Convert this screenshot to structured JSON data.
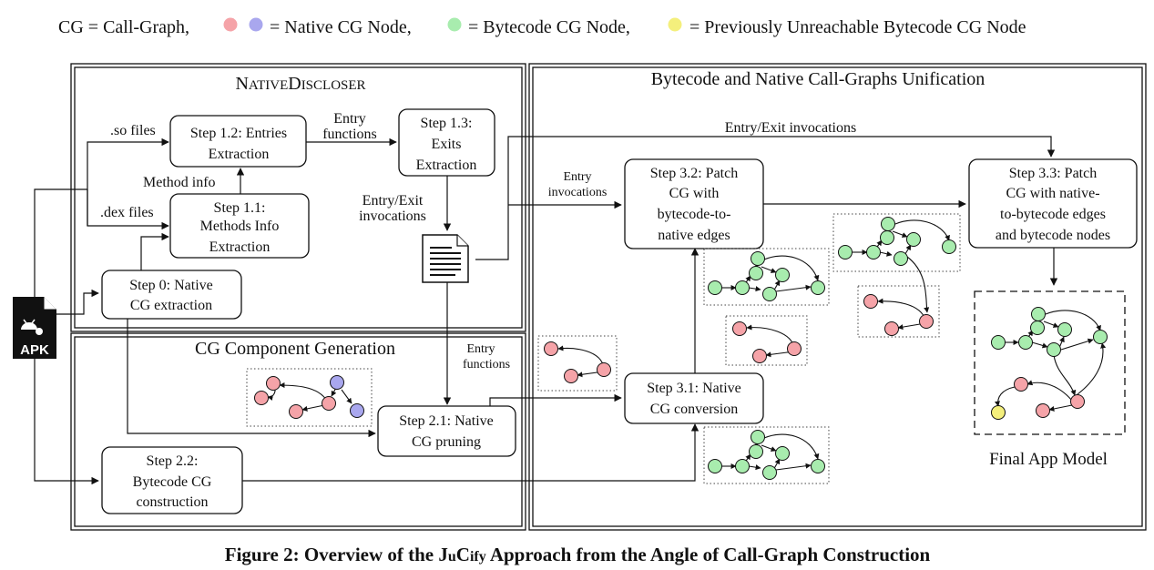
{
  "legend": {
    "part1": "CG = Call-Graph,",
    "part2": "= Native CG Node,",
    "part3": "= Bytecode CG Node,",
    "part4": "= Previously Unreachable Bytecode CG Node",
    "colors": {
      "native": "#f5a3a8",
      "native_alt": "#a9a7ee",
      "bytecode": "#a8ecae",
      "previously_unreachable": "#f4ef7c"
    }
  },
  "panels": {
    "native_discloser": "NativeDiscloser",
    "cg_component": "CG Component Generation",
    "unification": "Bytecode and Native Call-Graphs Unification"
  },
  "steps": {
    "s12": [
      "Step 1.2: Entries",
      "Extraction"
    ],
    "s13": [
      "Step 1.3:",
      "Exits",
      "Extraction"
    ],
    "s11": [
      "Step 1.1:",
      "Methods Info",
      "Extraction"
    ],
    "s0": [
      "Step 0: Native",
      "CG extraction"
    ],
    "s21": [
      "Step 2.1: Native",
      "CG pruning"
    ],
    "s22": [
      "Step 2.2:",
      "Bytecode CG",
      "construction"
    ],
    "s32": [
      "Step 3.2: Patch",
      "CG with",
      "bytecode-to-",
      "native edges"
    ],
    "s33": [
      "Step 3.3: Patch",
      "CG with native-",
      "to-bytecode edges",
      "and bytecode nodes"
    ],
    "s31": [
      "Step 3.1: Native",
      "CG conversion"
    ]
  },
  "labels": {
    "so_files": ".so files",
    "dex_files": ".dex files",
    "method_info": "Method info",
    "entry_functions": [
      "Entry",
      "functions"
    ],
    "entry_exit_invocations": [
      "Entry/Exit",
      "invocations"
    ],
    "entry_exit_invocations_top": "Entry/Exit invocations",
    "entry_invocations": [
      "Entry",
      "invocations"
    ],
    "entry_functions_2": [
      "Entry",
      "functions"
    ],
    "final_app_model": "Final App Model",
    "apk": "APK"
  },
  "caption": {
    "prefix": "Figure 2: Overview of the ",
    "tool_a": "J",
    "tool_b": "u",
    "tool_c": "C",
    "tool_d": "ify",
    "suffix": " Approach from the Angle of Call-Graph Construction"
  }
}
